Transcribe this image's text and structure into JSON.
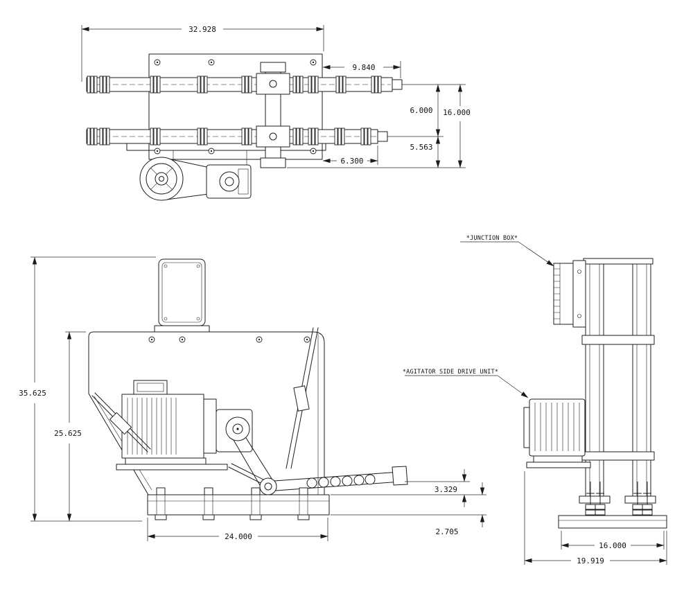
{
  "drawing": {
    "top_view": {
      "dim_overall_width": "32.928",
      "dim_right_extension": "9.840",
      "dim_rail_spacing": "6.000",
      "dim_overall_depth": "16.000",
      "dim_lower_offset": "5.563",
      "dim_chain_inset": "6.300"
    },
    "front_view": {
      "dim_overall_height": "35.625",
      "dim_body_height": "25.625",
      "dim_base_width": "24.000",
      "dim_chain_clearance": "3.329",
      "dim_base_height": "2.705"
    },
    "side_view": {
      "label_junction_box": "*JUNCTION BOX*",
      "label_drive_unit": "*AGITATOR SIDE DRIVE UNIT*",
      "dim_frame_width": "16.000",
      "dim_overall_width": "19.919"
    }
  },
  "colors": {
    "line": "#1c1c1c",
    "background": "#ffffff"
  }
}
